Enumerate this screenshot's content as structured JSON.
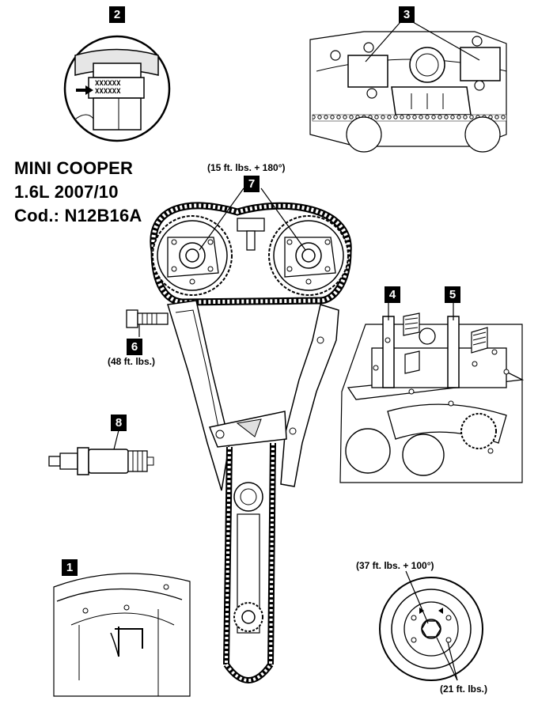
{
  "title": {
    "line1": "MINI COOPER",
    "line2": "1.6L 2007/10",
    "line3": "Cod.: N12B16A"
  },
  "callouts": {
    "c1": "1",
    "c2": "2",
    "c3": "3",
    "c4": "4",
    "c5": "5",
    "c6": "6",
    "c7": "7",
    "c8": "8"
  },
  "torques": {
    "camshaft_sprockets": "(15 ft. lbs. + 180°)",
    "tensioner": "(48 ft. lbs.)",
    "crank_center": "(37 ft. lbs. + 100°)",
    "crank_bolts": "(21 ft. lbs.)"
  },
  "colors": {
    "ink": "#000000",
    "paper": "#ffffff",
    "shade": "#d8d8d8"
  }
}
